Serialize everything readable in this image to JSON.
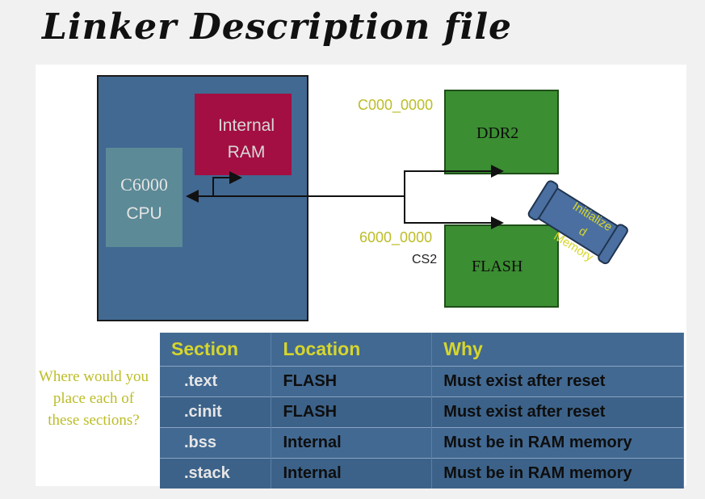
{
  "title": "Linker Description file",
  "diagram": {
    "cpu": {
      "line1": "C6000",
      "line2": "CPU"
    },
    "internal_ram": {
      "line1": "Internal",
      "line2": "RAM"
    },
    "ddr2": {
      "label": "DDR2",
      "address": "C000_0000"
    },
    "flash": {
      "label": "FLASH",
      "address": "6000_0000",
      "chip_select": "CS2"
    },
    "scroll": {
      "line1": "Initialize",
      "line2": "d",
      "line3": "Memory"
    }
  },
  "question": "Where would you place each of these sections?",
  "table": {
    "headers": [
      "Section",
      "Location",
      "Why"
    ],
    "rows": [
      [
        ".text",
        "FLASH",
        "Must exist after reset"
      ],
      [
        ".cinit",
        "FLASH",
        "Must exist after reset"
      ],
      [
        ".bss",
        "Internal",
        "Must be in RAM memory"
      ],
      [
        ".stack",
        "Internal",
        "Must be in RAM memory"
      ]
    ]
  },
  "colors": {
    "chip": "#426992",
    "cpu": "#5c8a97",
    "internal_ram": "#a30f42",
    "memory": "#3b8e32",
    "accent_text": "#bcbd27"
  }
}
